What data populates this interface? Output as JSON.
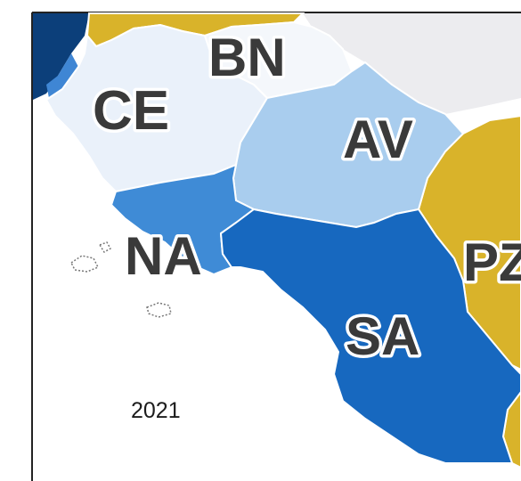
{
  "map": {
    "year": "2021",
    "provinces": {
      "ce": {
        "label": "CE",
        "color": "#eaf1fa"
      },
      "bn": {
        "label": "BN",
        "color": "#f4f7fb"
      },
      "av": {
        "label": "AV",
        "color": "#a9cdee"
      },
      "na": {
        "label": "NA",
        "color": "#3f8bd6"
      },
      "sa": {
        "label": "SA",
        "color": "#1768bf"
      },
      "pz": {
        "label": "PZ",
        "color": "#d7b21a"
      }
    },
    "other_colors": {
      "neighbor_yellow": "#d9b32a",
      "neighbor_dark_blue": "#0c3f7a",
      "sea": "#ffffff",
      "border": "#ffffff"
    }
  }
}
